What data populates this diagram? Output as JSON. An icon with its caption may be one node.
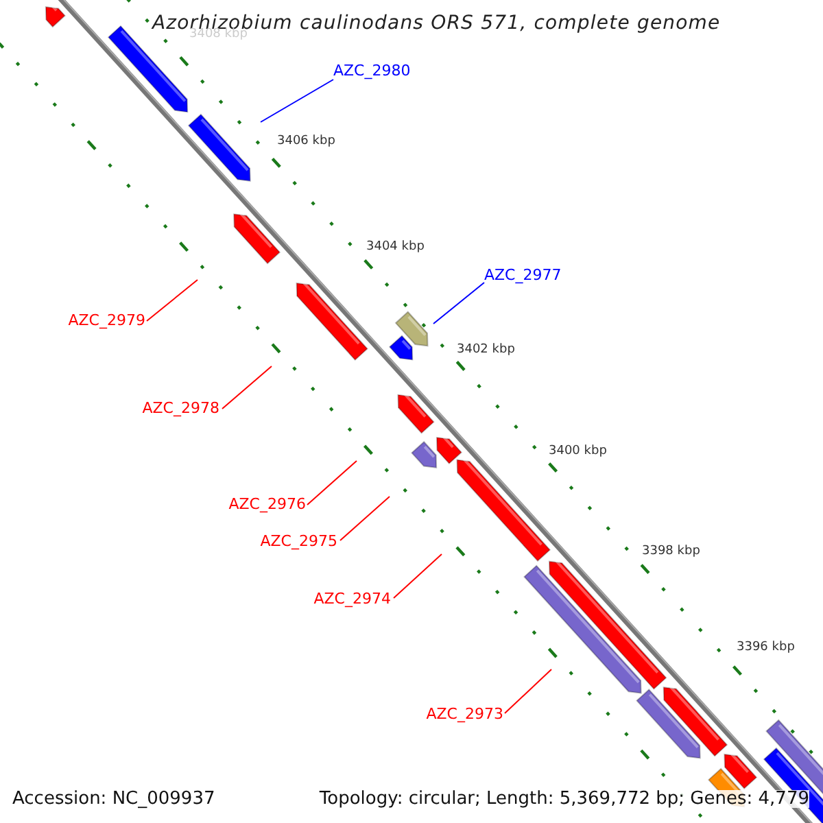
{
  "diagram": {
    "title": "Azorhizobium caulinodans ORS 571, complete genome",
    "nodes": [
      {
        "text": [
          "AZC_2980"
        ]
      },
      {
        "text": [
          "AZC_2977"
        ]
      },
      {
        "text": [
          "AZC_2979"
        ]
      },
      {
        "text": [
          "AZC_2978"
        ]
      },
      {
        "text": [
          "AZC_2976"
        ]
      },
      {
        "text": [
          "AZC_2975"
        ]
      },
      {
        "text": [
          "AZC_2974"
        ]
      },
      {
        "text": [
          "AZC_2973"
        ]
      }
    ],
    "edges": [
      {
        "from": 0,
        "to": null,
        "arrow": "none",
        "color": "#0000ff"
      },
      {
        "from": 1,
        "to": null,
        "arrow": "none",
        "color": "#0000ff"
      },
      {
        "from": 2,
        "to": null,
        "arrow": "none"
      },
      {
        "from": 3,
        "to": null,
        "arrow": "none"
      },
      {
        "from": 4,
        "to": null,
        "arrow": "none"
      },
      {
        "from": 5,
        "to": null,
        "arrow": "none"
      },
      {
        "from": 6,
        "to": null,
        "arrow": "none"
      },
      {
        "from": 7,
        "to": null,
        "arrow": "none"
      }
    ],
    "labels": [
      "3408 kbp",
      "3406 kbp",
      "3404 kbp",
      "3402 kbp",
      "3400 kbp",
      "3398 kbp",
      "3396 kbp",
      "Accession: NC_009937",
      "Topology: circular; Length: 5,369,772 bp; Genes: 4,779"
    ]
  }
}
